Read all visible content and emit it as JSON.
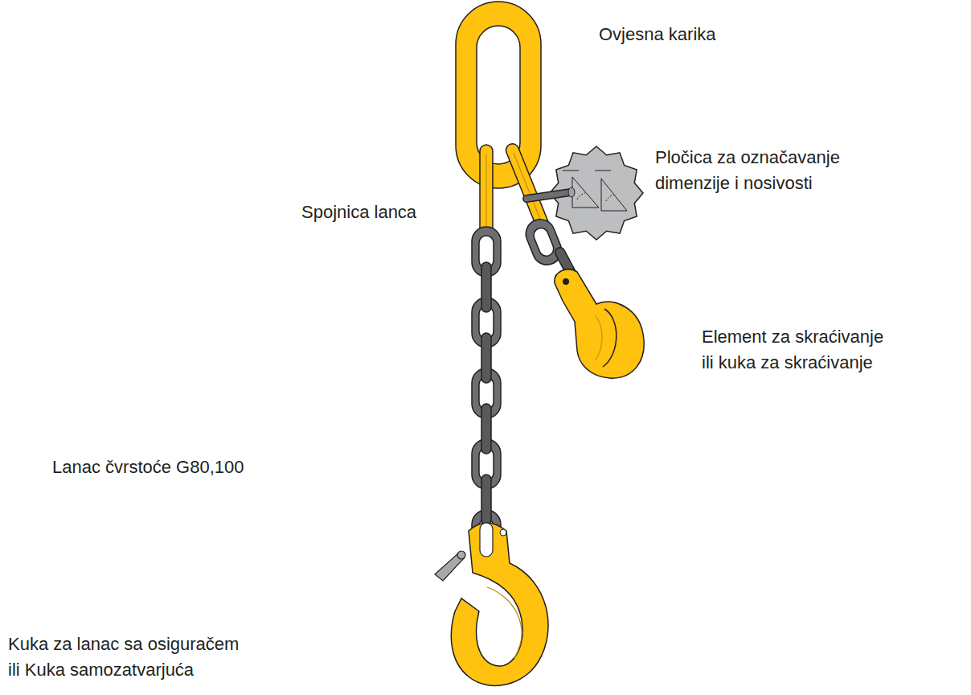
{
  "diagram": {
    "labels": [
      "Ovjesna karika",
      "Pločica za označavanje dimenzije i nosivosti",
      "Spojnica lanca",
      "Element za skraćivanje ili kuka za skraćivanje",
      "Lanac čvrstoće G80,100",
      "Kuka za lanac sa osiguračem ili Kuka samozatvarjuća"
    ]
  }
}
